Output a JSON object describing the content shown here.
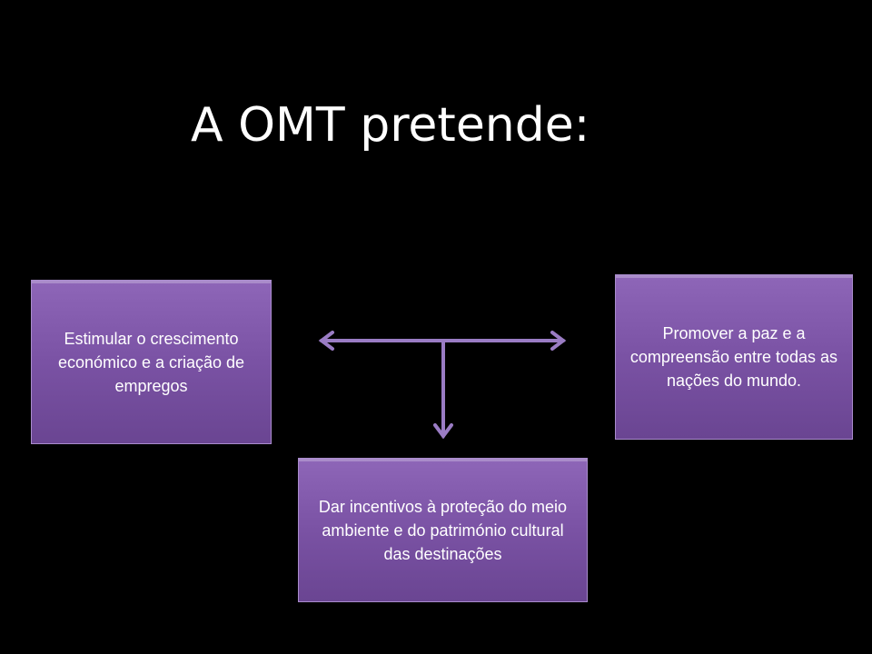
{
  "title": "A OMT pretende:",
  "boxes": [
    {
      "text": "Estimular o crescimento económico e a criação de empregos"
    },
    {
      "text": "Promover a paz e a compreensão entre todas as nações do mundo."
    },
    {
      "text": "Dar incentivos à proteção do meio ambiente e do património cultural  das destinações"
    }
  ],
  "colors": {
    "box": "#7a52a4",
    "arrow": "#9a7cc4",
    "background": "#000000"
  }
}
